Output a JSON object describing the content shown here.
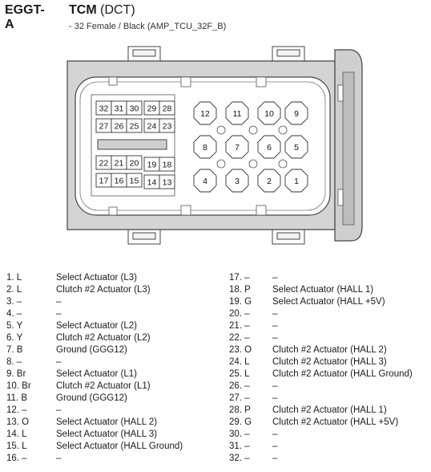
{
  "header": {
    "code": "EGGT-A",
    "module": "TCM",
    "module_suffix": "(DCT)",
    "subtitle": "- 32 Female / Black (AMP_TCU_32F_B)"
  },
  "connector": {
    "left_block_pins": [
      "32",
      "31",
      "30",
      "29",
      "28",
      "27",
      "26",
      "25",
      "24",
      "23",
      "22",
      "21",
      "20",
      "19",
      "18",
      "17",
      "16",
      "15",
      "14",
      "13"
    ],
    "right_block_pins": [
      "12",
      "11",
      "10",
      "9",
      "8",
      "7",
      "6",
      "5",
      "4",
      "3",
      "2",
      "1"
    ]
  },
  "pins_left": [
    {
      "num": "1. L",
      "desc": "Select Actuator (L3)"
    },
    {
      "num": "2. L",
      "desc": "Clutch #2 Actuator (L3)"
    },
    {
      "num": "3. –",
      "desc": "–"
    },
    {
      "num": "4. –",
      "desc": "–"
    },
    {
      "num": "5. Y",
      "desc": "Select Actuator (L2)"
    },
    {
      "num": "6. Y",
      "desc": "Clutch #2 Actuator (L2)"
    },
    {
      "num": "7. B",
      "desc": "Ground (GGG12)"
    },
    {
      "num": "8. –",
      "desc": "–"
    },
    {
      "num": "9. Br",
      "desc": "Select Actuator (L1)"
    },
    {
      "num": "10. Br",
      "desc": "Clutch #2 Actuator (L1)"
    },
    {
      "num": "11. B",
      "desc": "Ground (GGG12)"
    },
    {
      "num": "12. –",
      "desc": "–"
    },
    {
      "num": "13. O",
      "desc": "Select Actuator (HALL 2)"
    },
    {
      "num": "14. L",
      "desc": "Select Actuator (HALL 3)"
    },
    {
      "num": "15. L",
      "desc": "Select Actuator (HALL Ground)"
    },
    {
      "num": "16. –",
      "desc": "–"
    }
  ],
  "pins_right": [
    {
      "num": "17. –",
      "desc": "–"
    },
    {
      "num": "18. P",
      "desc": "Select Actuator (HALL 1)"
    },
    {
      "num": "19. G",
      "desc": "Select Actuator (HALL +5V)"
    },
    {
      "num": "20. –",
      "desc": "–"
    },
    {
      "num": "21. –",
      "desc": "–"
    },
    {
      "num": "22. –",
      "desc": "–"
    },
    {
      "num": "23. O",
      "desc": "Clutch #2 Actuator (HALL 2)"
    },
    {
      "num": "24. L",
      "desc": "Clutch #2 Actuator (HALL 3)"
    },
    {
      "num": "25. L",
      "desc": "Clutch #2 Actuator (HALL Ground)"
    },
    {
      "num": "26. –",
      "desc": "–"
    },
    {
      "num": "27. –",
      "desc": "–"
    },
    {
      "num": "28. P",
      "desc": "Clutch #2 Actuator (HALL 1)"
    },
    {
      "num": "29. G",
      "desc": "Clutch #2 Actuator (HALL +5V)"
    },
    {
      "num": "30. –",
      "desc": "–"
    },
    {
      "num": "31. –",
      "desc": "–"
    },
    {
      "num": "32. –",
      "desc": "–"
    }
  ]
}
